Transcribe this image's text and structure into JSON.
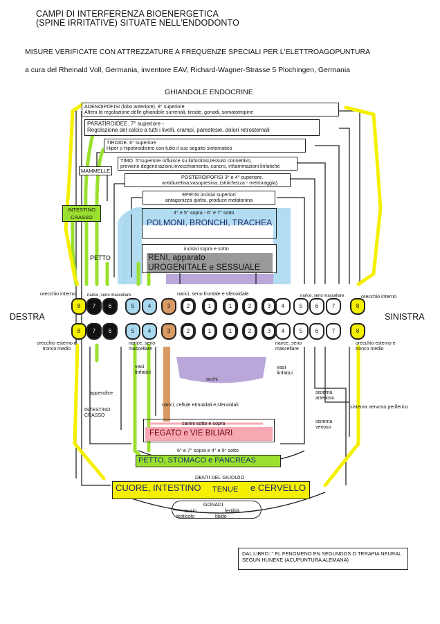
{
  "title": {
    "line1": "CAMPI DI INTERFERENZA BIOENERGETICA",
    "line2": "(SPINE IRRITATIVE) SITUATE NELL'ENDODONTO"
  },
  "subtitle": "MISURE VERIFICATE CON ATTREZZATURE A FREQUENZE SPECIALI PER L'ELETTROAGOPUNTURA",
  "credit": "a cura del Rheinald Voll, Germania, inventore EAV, Richard-Wagner-Strasse 5 Plochingen, Germania",
  "ghiandole": "GHIANDOLE ENDOCRINE",
  "glands": [
    {
      "l1": "ADENOIPOFISI (lobo anteriore). 8° superiore",
      "l2": "Altera la regolazione delle ghiandole surrenali, tiroide, gonadi, somatotropine"
    },
    {
      "l1": "PARATIROIDEE. 7° superiore -",
      "l2": "Regolazione del calcio a tutti i livelli, crampi, parestesie, dolori retrosternali"
    },
    {
      "l1": "TIROIDE. 6° superiore",
      "l2": "Hiper o hipotiroidismo con tutto il suo seguito sintomatico"
    },
    {
      "l1": "TIMO. 5°superiore influisce su linfocitosi,tessuto connettivo,",
      "l2": "previene degenerazioni,invecchiamento, cancro, infiammazioni linfatiche"
    },
    {
      "l1": "POSTEROIPOFISI 3° e 4° superiore.",
      "l2": "antidiuretina,vasopresina, (stitichezza - metroraggia)"
    },
    {
      "l1": "EPIFISI incisivi superiori",
      "l2": "antagonizza ipofisi, produce melatonina"
    }
  ],
  "organs": {
    "polmoni_head": "4° e 5° sopra - 6° e 7° sotto",
    "polmoni": "POLMONI, BRONCHI, TRACHEA",
    "reni_head": "incisivi sopra e sotto",
    "reni_l1": "RENI, apparato",
    "reni_l2": "UROGENITALE e SESSUALE",
    "fegato_head": "canini sotto e sopra",
    "fegato": "FEGATO e VIE BILIARI",
    "petto_head": "6° e 7° sopra e 4° e 5° sotto",
    "petto": "PETTO, STOMACO e PANCREAS",
    "cuore_head": "DENTI DEL GIUDIZIO",
    "cuore_a": "CUORE, INTESTINO",
    "cuore_b": "TENUE",
    "cuore_c": "e CERVELLO",
    "gonadi": "GONADI",
    "ovaio": "ovaio",
    "fertilita": "fertilità",
    "testicolo": "testicolo",
    "libido": "libido"
  },
  "labels": {
    "mammelle": "MAMMELLE",
    "intestino_crasso": "INTESTINO CRASSO",
    "petto": "PETTO",
    "destra": "DESTRA",
    "sinistra": "SINISTRA",
    "orecchio_interno_l": "orecchio interno",
    "orecchio_interno_r": "orecchio interno",
    "narici_seno_l": "narice, seno mascellare",
    "narici_seno_r": "narice, seno mascellare",
    "narici_frontale": "narici, seno frontale e sfenoidale",
    "orecchio_esterno_l": "orecchio esterno e tronco medio",
    "orecchio_esterno_r": "orecchio esterno e tronco medio",
    "narici_seno_low_l": "narice, seno mascellare",
    "narici_seno_low_r": "narice, seno mascellare",
    "vasi_l": "vasi linfatici",
    "vasi_r": "vasi linfatici",
    "occhi": "occhi",
    "appendice": "appendice",
    "intestino_crasso_low": "INTESTINO CRASSO",
    "narici_cellule": "narici, cellule etmoidali e sfenoidali",
    "sistema_arterioso": "sistema arterioso",
    "sistema_nervoso": "sistema nervoso periferico",
    "sistema_venoso": "sistema venoso"
  },
  "teeth_upper": [
    "8",
    "7",
    "6",
    "5",
    "4",
    "3",
    "2",
    "1",
    "1",
    "2",
    "3",
    "4",
    "5",
    "6",
    "7",
    "8"
  ],
  "teeth_lower": [
    "8",
    "7",
    "6",
    "5",
    "4",
    "3",
    "2",
    "1",
    "1",
    "2",
    "3",
    "4",
    "5",
    "6",
    "7",
    "8"
  ],
  "book": {
    "l1": "DAL LIBRO: \" EL FENOMENO EN SEGUNDOS O TERAPIA NEURAL",
    "l2": "SEGUN HUNEKE (ACUPUNTURA ALEMANA)"
  },
  "colors": {
    "lung_blue": "#a9d8ef",
    "reni_purple": "#b9a7da",
    "fegato_orange": "#d99a64",
    "fegato_pink": "#f6a9b3",
    "petto_green": "#9be02f",
    "cuore_yellow": "#f5f000",
    "grey_box": "#9a9a9a"
  }
}
